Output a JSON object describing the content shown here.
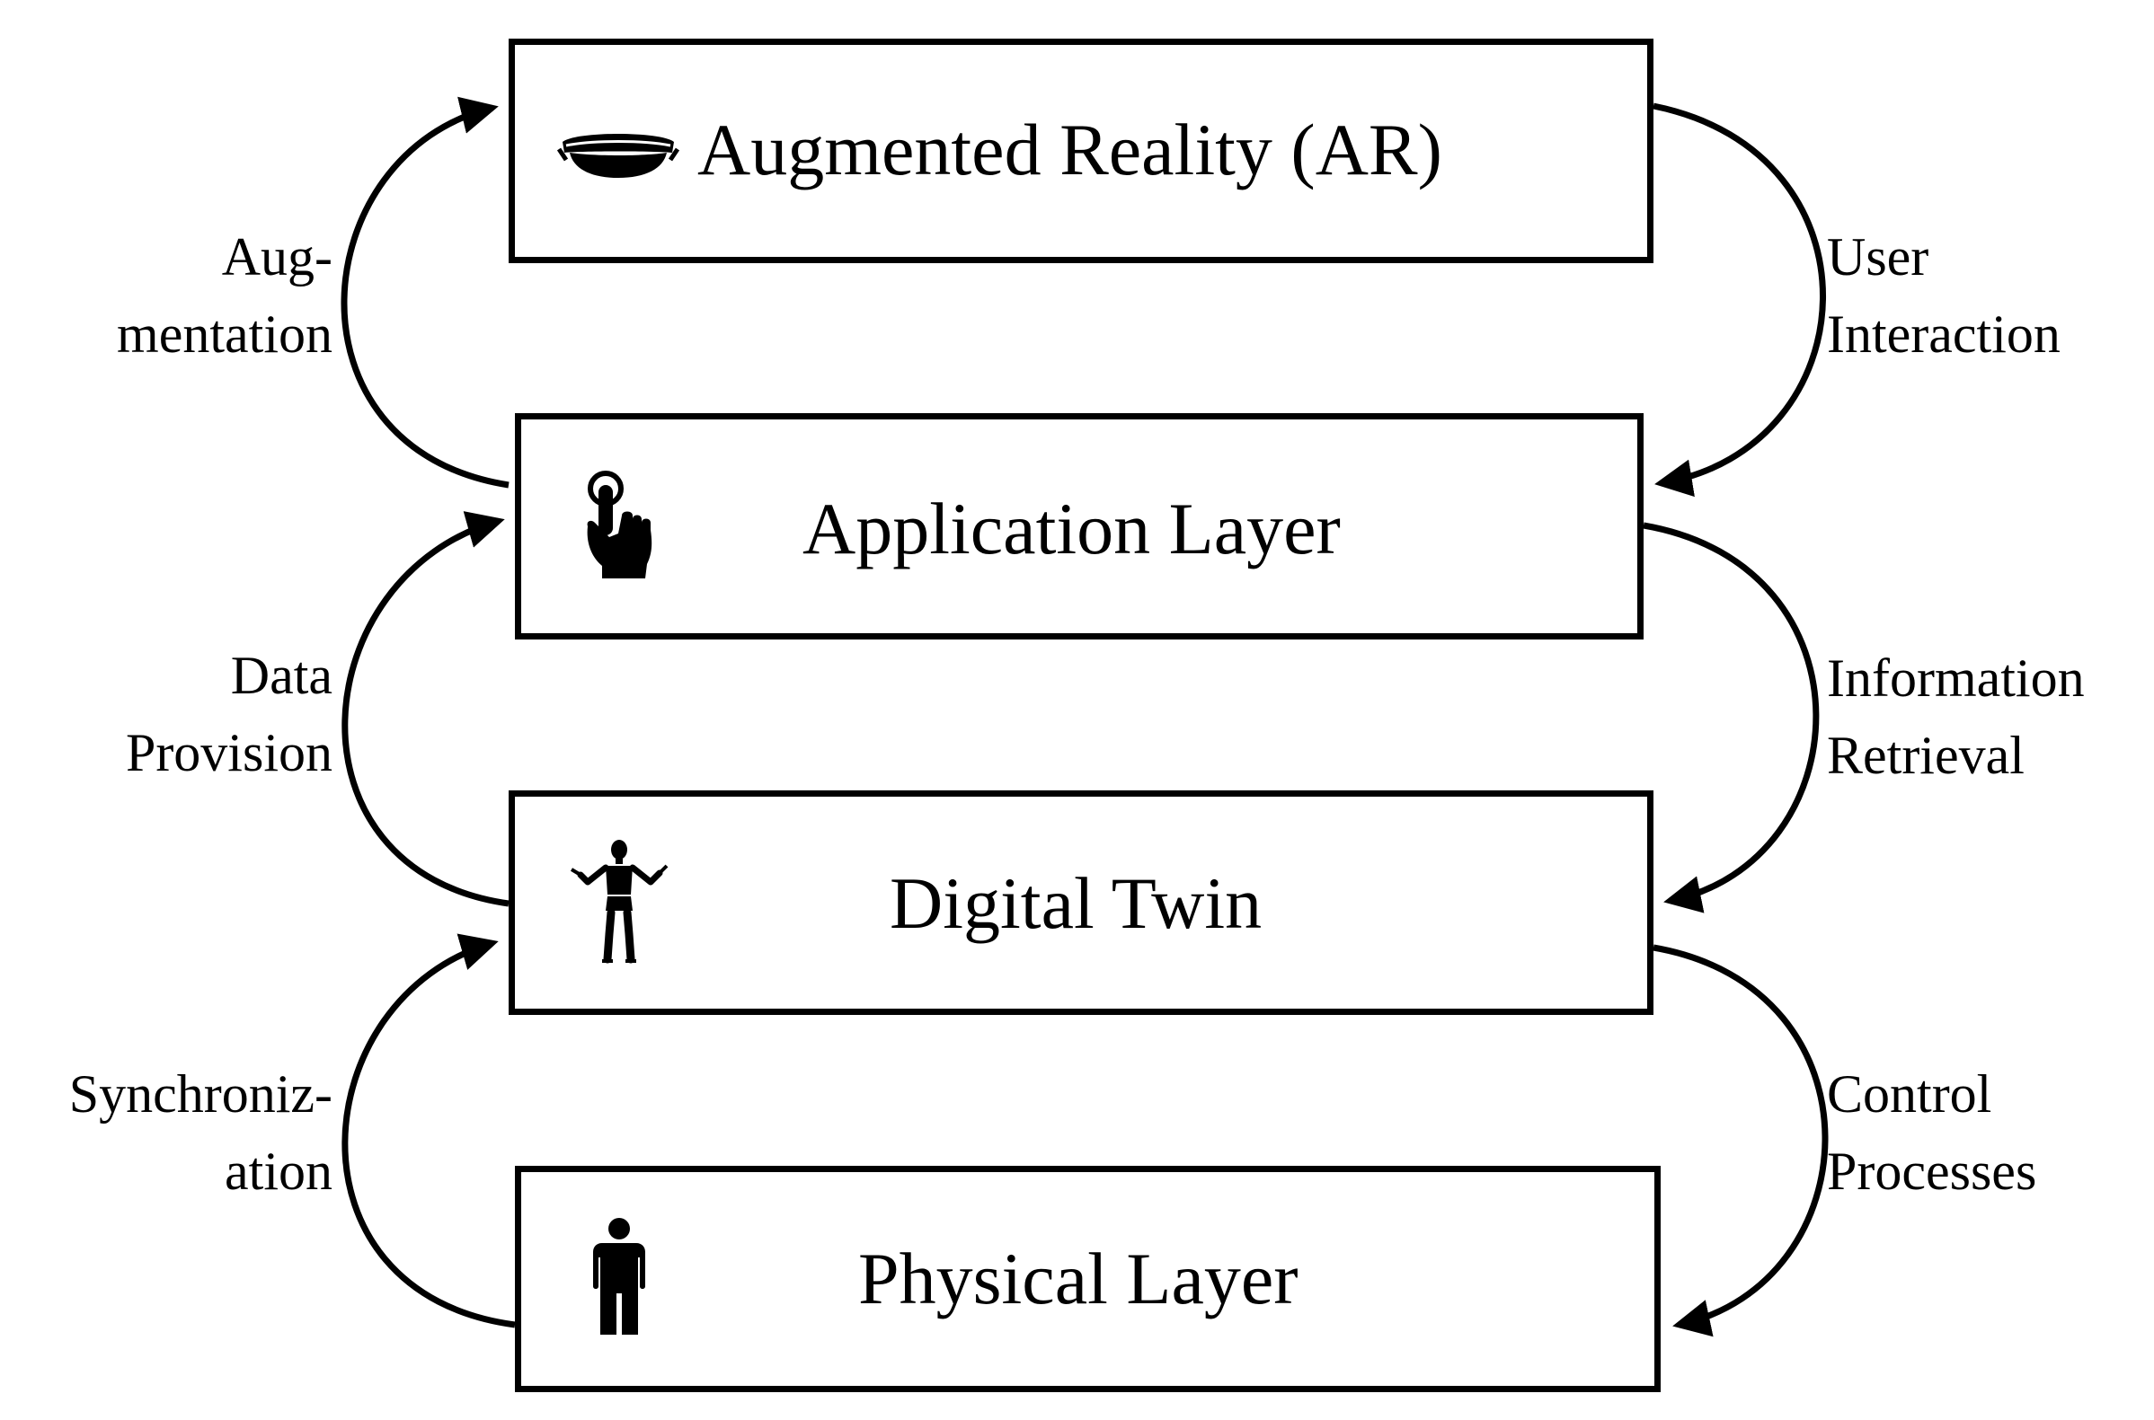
{
  "layers": {
    "ar": {
      "title": "Augmented Reality (AR)",
      "icon": "ar-headset-icon"
    },
    "application": {
      "title": "Application Layer",
      "icon": "touch-hand-icon"
    },
    "digital_twin": {
      "title": "Digital Twin",
      "icon": "mannequin-icon"
    },
    "physical": {
      "title": "Physical Layer",
      "icon": "person-icon"
    }
  },
  "left_edges": {
    "augmentation": {
      "line1": "Aug-",
      "line2": "mentation"
    },
    "data_provision": {
      "line1": "Data",
      "line2": "Provision"
    },
    "synchronization": {
      "line1": "Synchroniz-",
      "line2": "ation"
    }
  },
  "right_edges": {
    "user_interaction": {
      "line1": "User",
      "line2": "Interaction"
    },
    "information_retrieval": {
      "line1": "Information",
      "line2": "Retrieval"
    },
    "control_processes": {
      "line1": "Control",
      "line2": "Processes"
    }
  }
}
